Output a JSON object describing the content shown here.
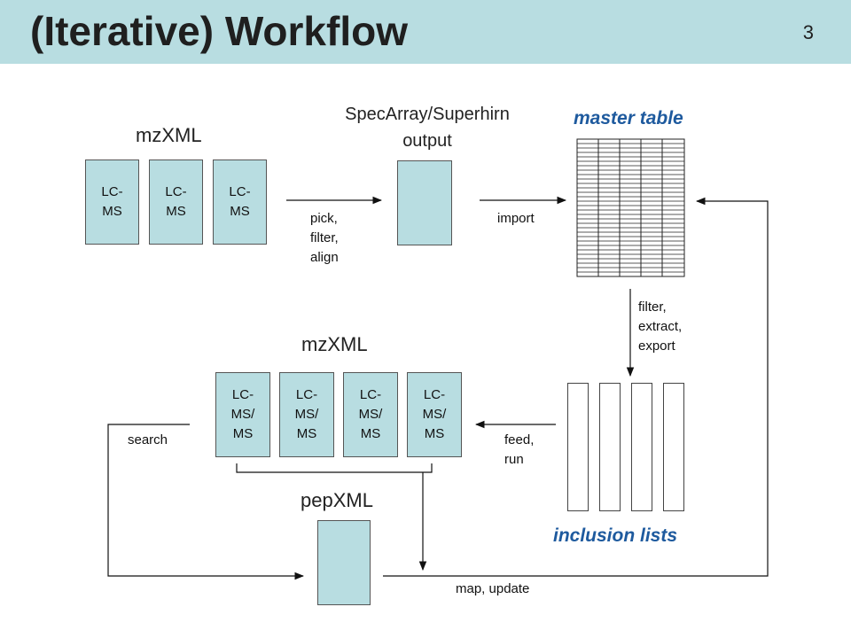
{
  "slide": {
    "title": "(Iterative) Workflow",
    "page_number": "3"
  },
  "labels": {
    "mzxml_top": "mzXML",
    "specarray": "SpecArray/Superhirn\noutput",
    "master_table": "master table",
    "mzxml_bottom": "mzXML",
    "pepxml": "pepXML",
    "inclusion_lists": "inclusion lists"
  },
  "steps": {
    "pick_filter_align": "pick,\nfilter,\nalign",
    "import": "import",
    "filter_extract_export": "filter,\nextract,\nexport",
    "feed_run": "feed,\nrun",
    "search": "search",
    "map_update": "map, update"
  },
  "lcms_boxes": [
    "LC-\nMS",
    "LC-\nMS",
    "LC-\nMS"
  ],
  "lcmsms_boxes": [
    "LC-\nMS/\nMS",
    "LC-\nMS/\nMS",
    "LC-\nMS/\nMS",
    "LC-\nMS/\nMS"
  ],
  "colors": {
    "box_fill": "#b8dde1",
    "accent": "#1e5a9e",
    "title_bar": "#b8dde1"
  }
}
